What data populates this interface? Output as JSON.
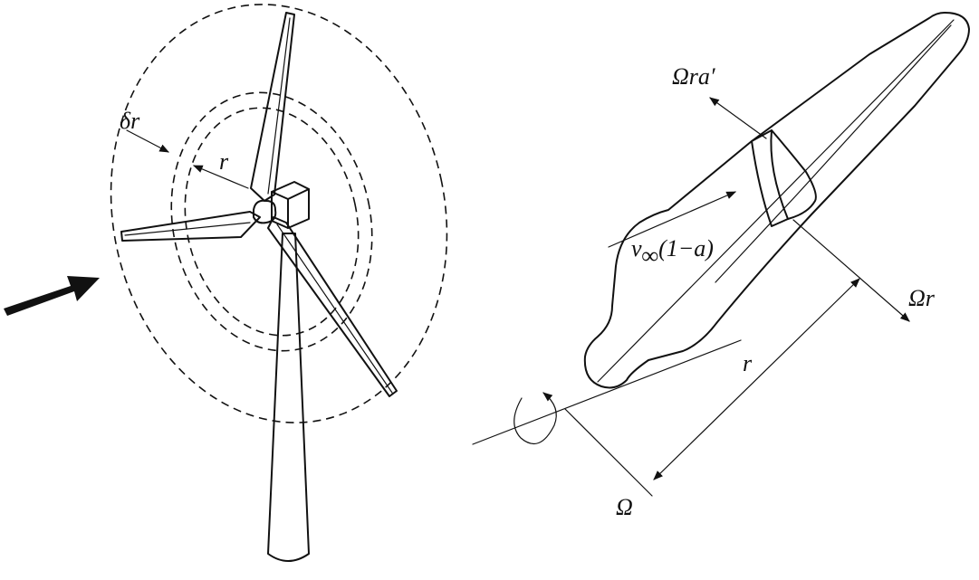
{
  "labels": {
    "delta_r": "δr",
    "r_left": "r",
    "omega_r_a_prime": "Ωra′",
    "v_inf_part": "v",
    "v_inf_sub": "∞",
    "v_inf_rest": "(1−a)",
    "omega_r": "Ωr",
    "r_right": "r",
    "omega": "Ω"
  },
  "colors": {
    "ink": "#111111",
    "background": "#ffffff"
  }
}
